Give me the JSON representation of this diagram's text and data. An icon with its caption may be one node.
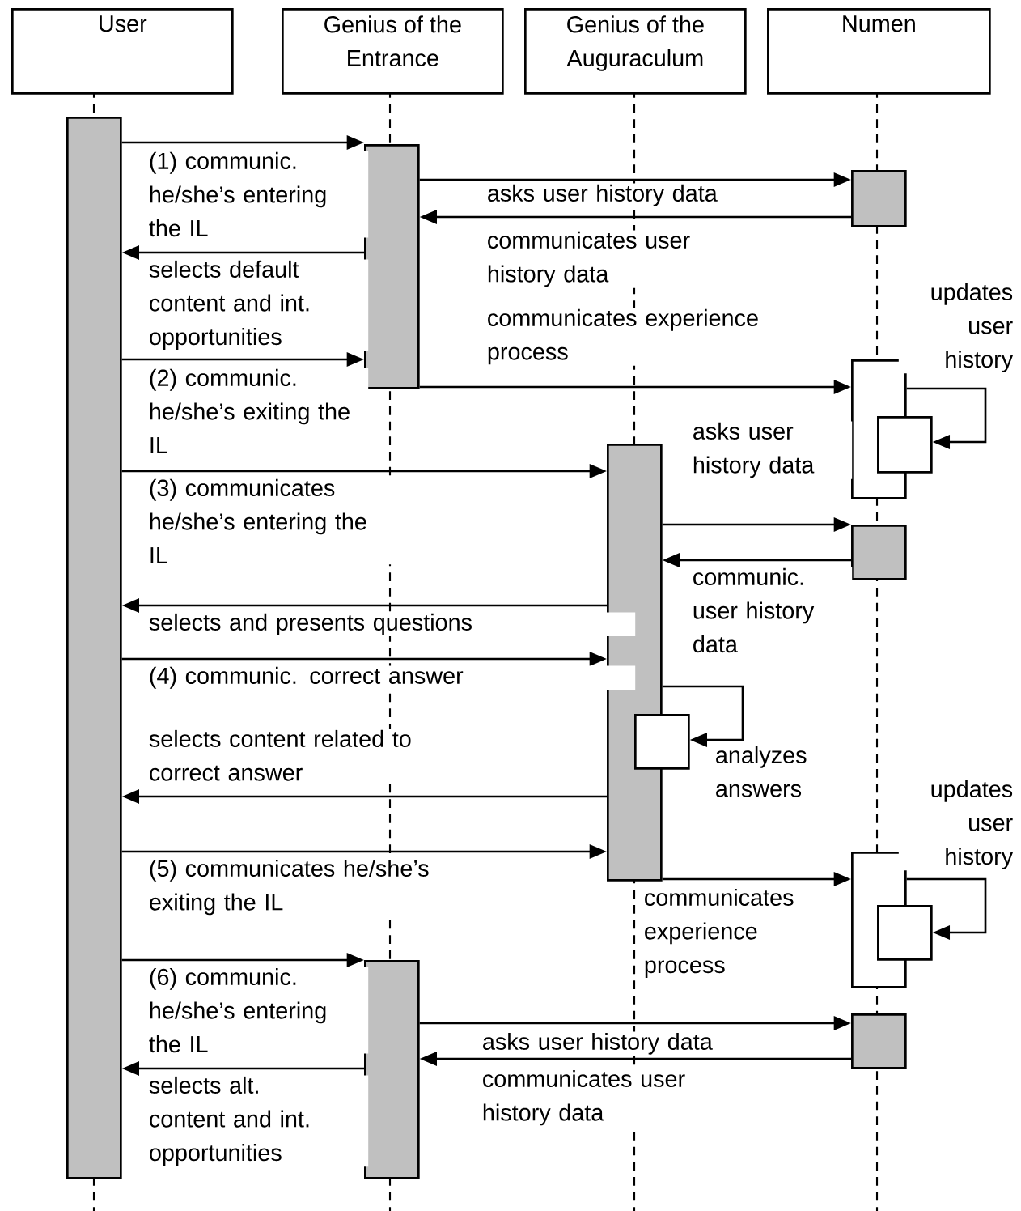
{
  "diagram": {
    "nodes": [
      {
        "text": [
          "User"
        ]
      },
      {
        "text": [
          "Genius of the Entrance"
        ]
      },
      {
        "text": [
          "Genius of the Auguraculum"
        ]
      },
      {
        "text": [
          "Numen"
        ]
      },
      {
        "text": [],
        "shape": "bar"
      },
      {
        "text": [],
        "shape": "bar"
      },
      {
        "text": [],
        "shape": "bar"
      },
      {
        "text": [],
        "shape": "box"
      },
      {
        "text": [],
        "shape": "box"
      },
      {
        "text": [],
        "shape": "bar"
      },
      {
        "text": [],
        "shape": "bar"
      },
      {
        "text": [],
        "shape": "box"
      },
      {
        "text": [],
        "shape": "box"
      },
      {
        "text": [],
        "shape": "box"
      },
      {
        "text": [],
        "shape": "bar"
      },
      {
        "text": [],
        "shape": "bar"
      }
    ],
    "edges": [
      {
        "from": 4,
        "to": 5,
        "arrow": "to",
        "label": "(1) communic. he/she’s entering the IL"
      },
      {
        "from": 5,
        "to": 6,
        "arrow": "to",
        "label": "asks user history data"
      },
      {
        "from": 6,
        "to": 5,
        "arrow": "to",
        "label": "communicates user history data"
      },
      {
        "from": 5,
        "to": 4,
        "arrow": "to",
        "label": "selects default content and int. opportunities"
      },
      {
        "from": 4,
        "to": 5,
        "arrow": "to",
        "label": "(2) communic. he/she’s exiting the IL"
      },
      {
        "from": 5,
        "to": 7,
        "arrow": "to",
        "label": "communicates experience process"
      },
      {
        "from": 7,
        "to": 8,
        "arrow": "to",
        "label": "updates user history"
      },
      {
        "from": 4,
        "to": 9,
        "arrow": "to",
        "label": "(3) communicates he/she’s entering the IL"
      },
      {
        "from": 9,
        "to": 10,
        "arrow": "to",
        "label": "asks user history data"
      },
      {
        "from": 10,
        "to": 9,
        "arrow": "to",
        "label": "communic. user history data"
      },
      {
        "from": 9,
        "to": 4,
        "arrow": "to",
        "label": "selects and presents questions"
      },
      {
        "from": 4,
        "to": 9,
        "arrow": "to",
        "label": "(4) communic. correct answer"
      },
      {
        "from": 9,
        "to": 11,
        "arrow": "to",
        "label": "analyzes answers"
      },
      {
        "from": 9,
        "to": 4,
        "arrow": "to",
        "label": "selects content related to correct answer"
      },
      {
        "from": 4,
        "to": 9,
        "arrow": "to",
        "label": "(5) communicates he/she’s exiting the IL"
      },
      {
        "from": 9,
        "to": 12,
        "arrow": "to",
        "label": "communicates experience process"
      },
      {
        "from": 12,
        "to": 13,
        "arrow": "to",
        "label": "updates user history"
      },
      {
        "from": 4,
        "to": 14,
        "arrow": "to",
        "label": "(6) communic. he/she’s entering the IL"
      },
      {
        "from": 14,
        "to": 15,
        "arrow": "to",
        "label": "asks user history data"
      },
      {
        "from": 15,
        "to": 14,
        "arrow": "to",
        "label": "communicates user history data"
      },
      {
        "from": 14,
        "to": 4,
        "arrow": "to",
        "label": "selects alt. content and int. opportunities"
      }
    ]
  }
}
